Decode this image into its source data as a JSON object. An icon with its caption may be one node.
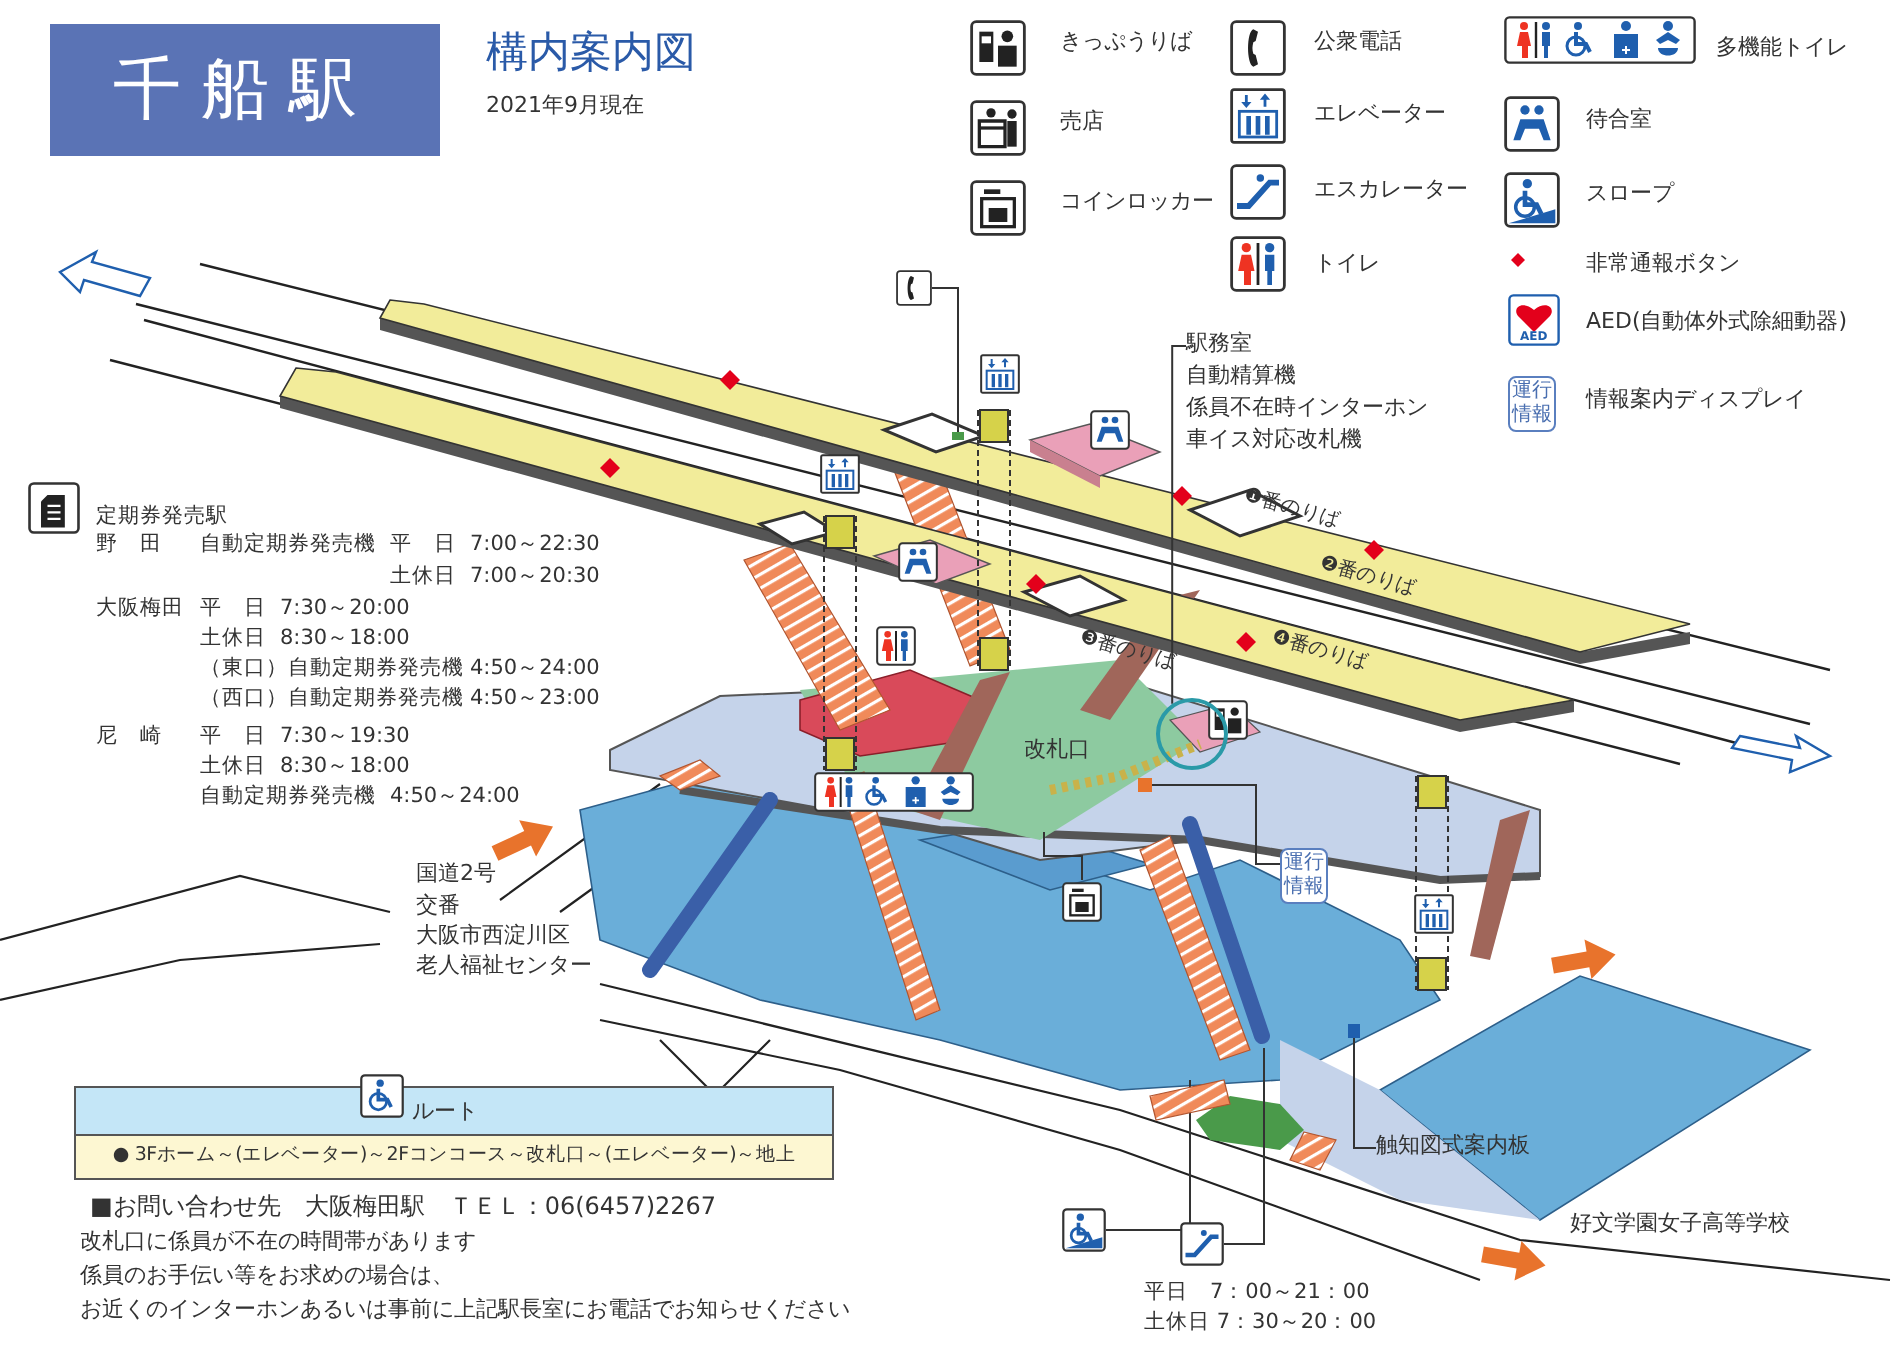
{
  "diagram": {
    "title": "構内案内図",
    "nodes": [
      {
        "text": [
          "千船駅"
        ]
      },
      {
        "text": [
          "駅務室",
          "自動精算機",
          "係員不在時インターホン",
          "車イス対応改札機"
        ]
      },
      {
        "text": [],
        "shape": "circle"
      },
      {
        "text": [],
        "shape": "picture"
      },
      {
        "text": [],
        "shape": "picture"
      },
      {
        "text": [
          "運行情報"
        ]
      },
      {
        "text": [],
        "shape": "picture"
      },
      {
        "text": [],
        "shape": "picture",
        "beside": [
          "平日　7：00～21：00",
          "土休日 7：30～20：00"
        ]
      },
      {
        "text": [
          "触知図式案内板"
        ]
      },
      {
        "text": [
          "ルート",
          "● 3Fホーム～(エレベーター)～2Fコンコース～改札口～(エレベーター)～地上"
        ]
      },
      {
        "text": [],
        "shape": "box"
      },
      {
        "text": [],
        "shape": "box"
      },
      {
        "text": [],
        "shape": "box"
      },
      {
        "text": [],
        "shape": "picture"
      },
      {
        "text": [],
        "shape": "picture"
      }
    ],
    "edges": [
      {
        "from": 1,
        "to": 2,
        "arrow": "none"
      },
      {
        "from": 3,
        "to": 10,
        "arrow": "none"
      },
      {
        "from": 4,
        "to": null,
        "arrow": "none"
      },
      {
        "from": 5,
        "to": 11,
        "arrow": "none"
      },
      {
        "from": 6,
        "to": 13,
        "arrow": "none"
      },
      {
        "from": 7,
        "to": 14,
        "arrow": "none"
      },
      {
        "from": 8,
        "to": 12,
        "arrow": "none"
      }
    ],
    "labels": [
      "2021年9月現在",
      "運行情報",
      "AED",
      "❶番のりば",
      "❷番のりば",
      "❸番のりば",
      "❹番のりば",
      "改札口",
      "定期券発売駅",
      "野　田",
      "自動定期券発売機",
      "平　日",
      "7:00～22:30",
      "土休日",
      "7:00～20:30",
      "大阪梅田",
      "平　日",
      "7:30～20:00",
      "土休日",
      "8:30～18:00",
      "（東口）自動定期券発売機",
      "4:50～24:00",
      "（西口）自動定期券発売機",
      "4:50～23:00",
      "尼　崎",
      "平　日",
      "7:30～19:30",
      "土休日",
      "8:30～18:00",
      "自動定期券発売機",
      "4:50～24:00",
      "国道2号",
      "交番",
      "大阪市西淀川区",
      "老人福祉センター",
      "好文学園女子高等学校",
      "■お問い合わせ先　大阪梅田駅　ＴＥＬ：06(6457)2267",
      "改札口に係員が不在の時間帯があります",
      "係員のお手伝い等をお求めの場合は、",
      "お近くのインターホンあるいは事前に上記駅長室にお電話でお知らせください"
    ],
    "legend": [
      {
        "text": "きっぷうりば"
      },
      {
        "text": "公衆電話"
      },
      {
        "text": "多機能トイレ"
      },
      {
        "text": "売店"
      },
      {
        "text": "エレベーター"
      },
      {
        "text": "待合室"
      },
      {
        "text": "コインロッカー"
      },
      {
        "text": "エスカレーター"
      },
      {
        "text": "スロープ"
      },
      {
        "text": "トイレ"
      },
      {
        "text": "非常通報ボタン"
      },
      {
        "text": "AED(自動体外式除細動器)"
      },
      {
        "text": "情報案内ディスプレイ"
      }
    ]
  }
}
